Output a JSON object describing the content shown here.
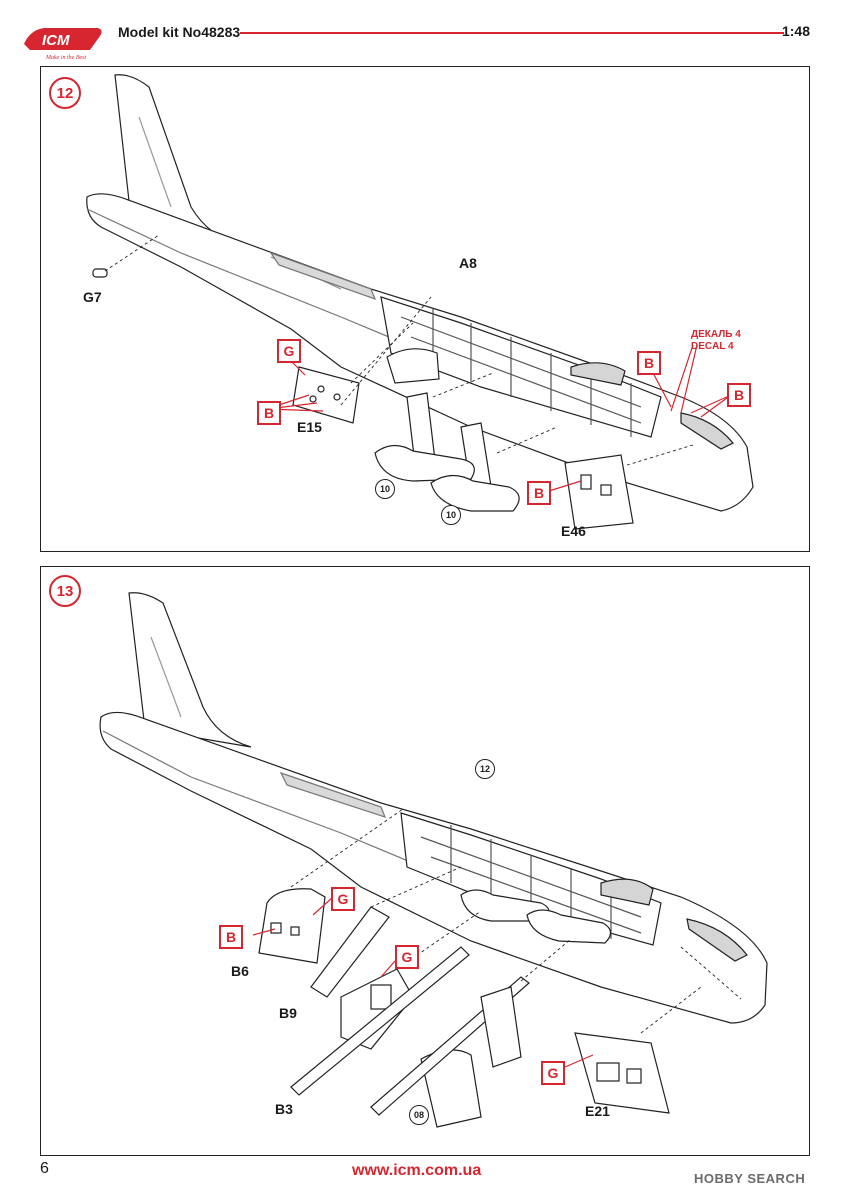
{
  "header": {
    "logo_text": "ICM",
    "logo_tagline": "Make in the Best",
    "kit_title": "Model kit No48283",
    "scale": "1:48"
  },
  "step12": {
    "number": "12",
    "labels": {
      "a8": "A8",
      "g7": "G7",
      "e15": "E15",
      "e46": "E46"
    },
    "decal_ru": "ДЕКАЛЬ 4",
    "decal_en": "DECAL 4",
    "color_boxes": {
      "g": "G",
      "b1": "B",
      "b2": "B",
      "b3": "B",
      "b4": "B"
    },
    "refs": {
      "r1": "10",
      "r2": "10"
    }
  },
  "step13": {
    "number": "13",
    "labels": {
      "b6": "B6",
      "b9": "B9",
      "b3": "B3",
      "e21": "E21"
    },
    "color_boxes": {
      "b": "B",
      "g1": "G",
      "g2": "G",
      "g3": "G"
    },
    "refs": {
      "r12": "12",
      "r08": "08"
    }
  },
  "footer": {
    "page_number": "6",
    "url": "www.icm.com.ua",
    "watermark": "HOBBY SEARCH"
  },
  "colors": {
    "accent": "#d7262f",
    "line": "#222222"
  }
}
